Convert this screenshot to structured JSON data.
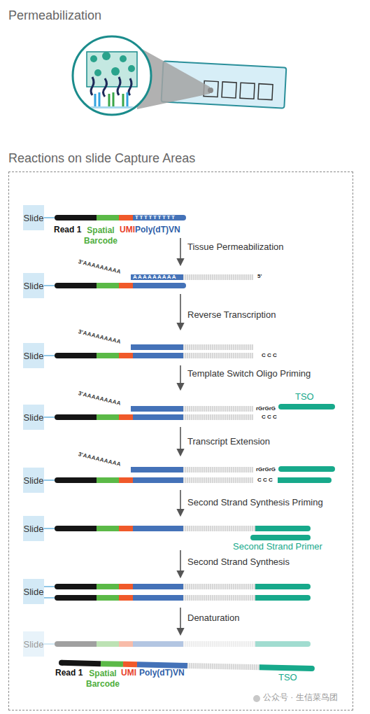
{
  "diagram": {
    "title": "Permeabilization",
    "nodes": [
      {
        "text": [
          "Reactions on slide Capture Areas"
        ]
      },
      {
        "text": [
          "Slide"
        ],
        "in": 0
      },
      {
        "text": [
          "Slide"
        ],
        "in": 0
      },
      {
        "text": [
          "Slide"
        ],
        "in": 0
      },
      {
        "text": [
          "Slide"
        ],
        "in": 0
      },
      {
        "text": [
          "Slide"
        ],
        "in": 0
      },
      {
        "text": [
          "Slide"
        ],
        "in": 0
      },
      {
        "text": [
          "Slide"
        ],
        "in": 0
      },
      {
        "text": [
          "Slide"
        ],
        "in": 0
      }
    ],
    "labels": [
      "TTTTTTTTT",
      "Read 1",
      "Spatial Barcode",
      "UMI",
      "Poly(dT)VN",
      "Tissue Permeabilization",
      "3'AAAAAAAAA",
      "AAAAAAAAA",
      "5'",
      "Reverse Transcription",
      "3'AAAAAAAAA",
      "C C C",
      "Template Switch Oligo Priming",
      "3'AAAAAAAAA",
      "rGrGrG",
      "TSO",
      "C C C",
      "Transcript Extension",
      "3'AAAAAAAAA",
      "rGrGrG",
      "C C C",
      "Second Strand Synthesis Priming",
      "Second Strand Primer",
      "Second Strand Synthesis",
      "Denaturation",
      "Read 1",
      "Spatial Barcode",
      "UMI",
      "Poly(dT)VN",
      "TSO",
      "公众号 · 生信菜鸟团"
    ]
  }
}
